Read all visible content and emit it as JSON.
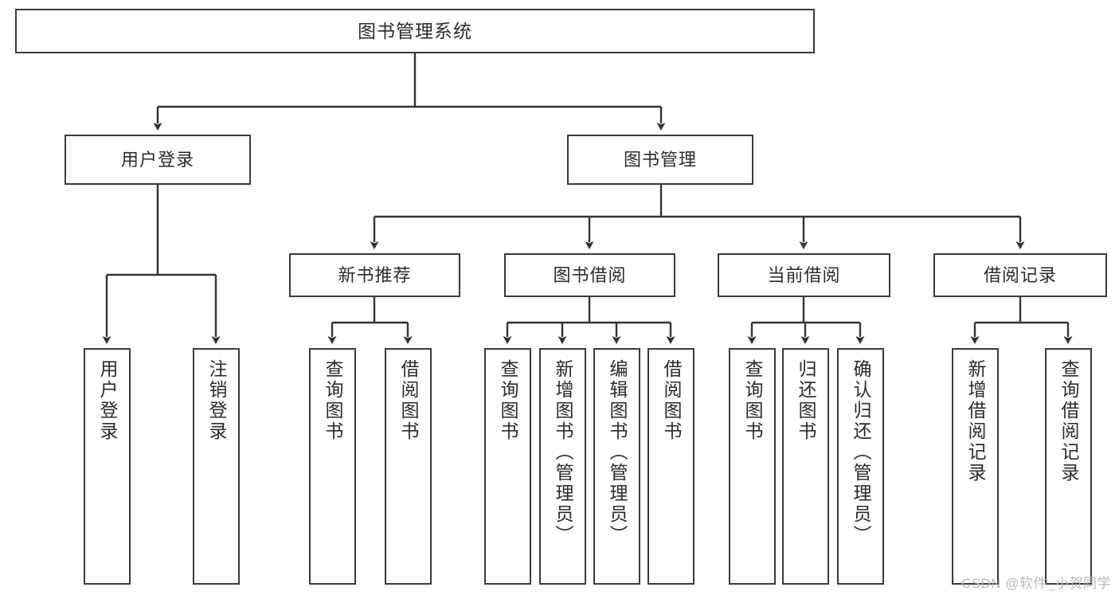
{
  "diagram": {
    "title": "图书管理系统",
    "type": "hierarchy-tree",
    "root": {
      "id": "root",
      "label": "图书管理系统"
    },
    "level2": [
      {
        "id": "user-login",
        "label": "用户登录"
      },
      {
        "id": "book-manage",
        "label": "图书管理"
      }
    ],
    "level3": [
      {
        "id": "new-book-recommend",
        "label": "新书推荐",
        "parent": "book-manage"
      },
      {
        "id": "book-borrow",
        "label": "图书借阅",
        "parent": "book-manage"
      },
      {
        "id": "current-borrow",
        "label": "当前借阅",
        "parent": "book-manage"
      },
      {
        "id": "borrow-record",
        "label": "借阅记录",
        "parent": "book-manage"
      }
    ],
    "leaves": [
      {
        "id": "leaf-user-login",
        "label": "用户登录",
        "parent": "user-login"
      },
      {
        "id": "leaf-logout-login",
        "label": "注销登录",
        "parent": "user-login"
      },
      {
        "id": "leaf-query-book-1",
        "label": "查询图书",
        "parent": "new-book-recommend"
      },
      {
        "id": "leaf-borrow-book-1",
        "label": "借阅图书",
        "parent": "new-book-recommend"
      },
      {
        "id": "leaf-query-book-2",
        "label": "查询图书",
        "parent": "book-borrow"
      },
      {
        "id": "leaf-add-book",
        "label": "新增图书（管理员）",
        "parent": "book-borrow"
      },
      {
        "id": "leaf-edit-book",
        "label": "编辑图书（管理员）",
        "parent": "book-borrow"
      },
      {
        "id": "leaf-borrow-book-2",
        "label": "借阅图书",
        "parent": "book-borrow"
      },
      {
        "id": "leaf-query-book-3",
        "label": "查询图书",
        "parent": "current-borrow"
      },
      {
        "id": "leaf-return-book",
        "label": "归还图书",
        "parent": "current-borrow"
      },
      {
        "id": "leaf-confirm-return",
        "label": "确认归还（管理员）",
        "parent": "current-borrow"
      },
      {
        "id": "leaf-add-record",
        "label": "新增借阅记录",
        "parent": "borrow-record"
      },
      {
        "id": "leaf-query-record",
        "label": "查询借阅记录",
        "parent": "borrow-record"
      }
    ]
  },
  "watermark": {
    "text": "CSDN @软件_小贺同学"
  },
  "colors": {
    "box_border": "#3a3a3a",
    "box_fill": "#ffffff",
    "connector": "#333333",
    "text": "#2b2b2b",
    "watermark": "#b9b9b9",
    "background": "#ffffff"
  }
}
